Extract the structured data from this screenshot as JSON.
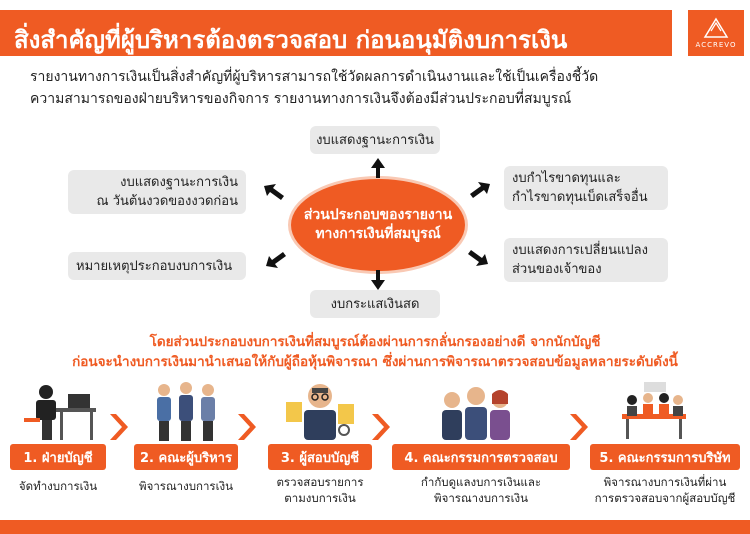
{
  "header": {
    "title": "สิ่งสำคัญที่ผู้บริหารต้องตรวจสอบ ก่อนอนุมัติงบการเงิน",
    "logo_text": "ACCREVO",
    "accent_color": "#ef5b23"
  },
  "intro": {
    "line1": "รายงานทางการเงินเป็นสิ่งสำคัญที่ผู้บริหารสามารถใช้วัดผลการดำเนินงานและใช้เป็นเครื่องชี้วัด",
    "line2": "ความสามารถของฝ่ายบริหารของกิจการ รายงานทางการเงินจึงต้องมีส่วนประกอบที่สมบูรณ์"
  },
  "diagram": {
    "center": "ส่วนประกอบของรายงานทางการเงินที่สมบูรณ์",
    "top": "งบแสดงฐานะการเงิน",
    "left_top": [
      "งบแสดงฐานะการเงิน",
      "ณ วันต้นงวดของงวดก่อน"
    ],
    "left_bottom": "หมายเหตุประกอบงบการเงิน",
    "right_top": [
      "งบกำไรขาดทุนและ",
      "กำไรขาดทุนเบ็ดเสร็จอื่น"
    ],
    "right_bottom": [
      "งบแสดงการเปลี่ยนแปลง",
      "ส่วนของเจ้าของ"
    ],
    "bottom": "งบกระแสเงินสด"
  },
  "process": {
    "line1": "โดยส่วนประกอบงบการเงินที่สมบูรณ์ต้องผ่านการกลั่นกรองอย่างดี จากนักบัญชี",
    "line2": "ก่อนจะนำงบการเงินมานำเสนอให้กับผู้ถือหุ้นพิจารณา ซึ่งผ่านการพิจารณาตรวจสอบข้อมูลหลายระดับดังนี้",
    "steps": [
      {
        "label": "1. ฝ่ายบัญชี",
        "desc": [
          "จัดทำงบการเงิน"
        ],
        "icon": "accountant-icon"
      },
      {
        "label": "2. คณะผู้บริหาร",
        "desc": [
          "พิจารณางบการเงิน"
        ],
        "icon": "executives-icon"
      },
      {
        "label": "3. ผู้สอบบัญชี",
        "desc": [
          "ตรวจสอบรายการ",
          "ตามงบการเงิน"
        ],
        "icon": "auditor-icon"
      },
      {
        "label": "4. คณะกรรมการตรวจสอบ",
        "desc": [
          "กำกับดูแลงบการเงินและ",
          "พิจารณางบการเงิน"
        ],
        "icon": "audit-committee-icon"
      },
      {
        "label": "5. คณะกรรมการบริษัท",
        "desc": [
          "พิจารณางบการเงินที่ผ่าน",
          "การตรวจสอบจากผู้สอบบัญชี"
        ],
        "icon": "board-meeting-icon"
      }
    ]
  }
}
